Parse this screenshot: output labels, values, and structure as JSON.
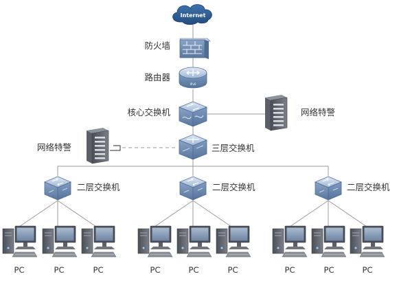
{
  "internet": {
    "label": "Internet"
  },
  "firewall": {
    "label": "防火墙"
  },
  "router": {
    "label": "路由器"
  },
  "core_switch": {
    "label": "核心交换机"
  },
  "monitor_right": {
    "label": "网络特警"
  },
  "monitor_left": {
    "label": "网络特警"
  },
  "l3_switch": {
    "label": "三层交换机"
  },
  "access_switches": [
    {
      "label": "二层交换机",
      "pcs": [
        "PC",
        "PC",
        "PC"
      ]
    },
    {
      "label": "二层交换机",
      "pcs": [
        "PC",
        "PC",
        "PC"
      ]
    },
    {
      "label": "二层交换机",
      "pcs": [
        "PC",
        "PC",
        "PC"
      ]
    }
  ],
  "colors": {
    "device_blue": "#5d7ea8",
    "cloud_blue": "#2f5f97",
    "link_gray": "#9a9a9a"
  },
  "icons": {
    "cloud": "cloud-icon",
    "firewall": "firewall-icon",
    "router": "router-icon",
    "switch": "switch-icon",
    "server": "server-icon",
    "pc": "pc-icon"
  }
}
